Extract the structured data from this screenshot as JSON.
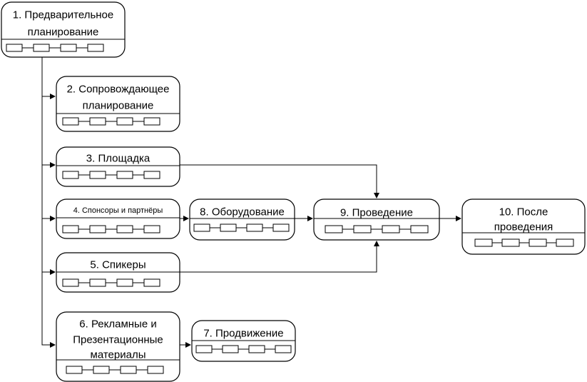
{
  "colors": {
    "stroke": "#000000",
    "background": "#ffffff"
  },
  "nodes": {
    "n1": {
      "lines": [
        "1. Предварительное",
        "планирование"
      ]
    },
    "n2": {
      "lines": [
        "2. Сопровождающее",
        "планирование"
      ]
    },
    "n3": {
      "lines": [
        "3. Площадка"
      ]
    },
    "n4": {
      "lines": [
        "4. Спонсоры и партнёры"
      ]
    },
    "n5": {
      "lines": [
        "5. Спикеры"
      ]
    },
    "n6": {
      "lines": [
        "6. Рекламные и",
        "Презентационные",
        "материалы"
      ]
    },
    "n7": {
      "lines": [
        "7. Продвижение"
      ]
    },
    "n8": {
      "lines": [
        "8. Оборудование"
      ]
    },
    "n9": {
      "lines": [
        "9. Проведение"
      ]
    },
    "n10": {
      "lines": [
        "10. После",
        "проведения"
      ]
    }
  },
  "edges": [
    {
      "from": "n1",
      "to": "n2"
    },
    {
      "from": "n1",
      "to": "n3"
    },
    {
      "from": "n1",
      "to": "n4"
    },
    {
      "from": "n1",
      "to": "n5"
    },
    {
      "from": "n1",
      "to": "n6"
    },
    {
      "from": "n3",
      "to": "n9"
    },
    {
      "from": "n4",
      "to": "n8"
    },
    {
      "from": "n5",
      "to": "n9"
    },
    {
      "from": "n6",
      "to": "n7"
    },
    {
      "from": "n8",
      "to": "n9"
    },
    {
      "from": "n9",
      "to": "n10"
    }
  ]
}
